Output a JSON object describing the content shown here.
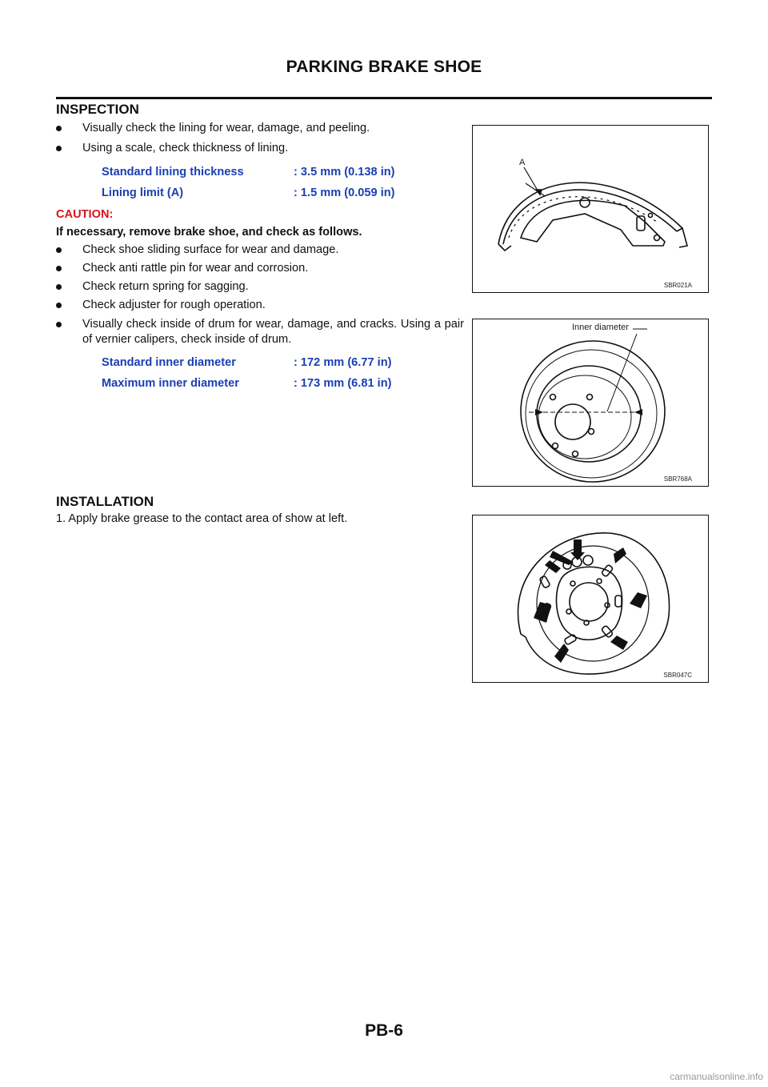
{
  "header": {
    "title": "PARKING BRAKE SHOE"
  },
  "inspection": {
    "heading": "INSPECTION",
    "bullets_a": [
      "Visually check the lining for wear, damage, and peeling.",
      "Using a scale, check thickness of lining."
    ],
    "specs_lining": [
      {
        "label": "Standard lining thickness",
        "value": ": 3.5 mm (0.138 in)"
      },
      {
        "label": "Lining limit (A)",
        "value": ": 1.5 mm (0.059 in)"
      }
    ],
    "caution_title": "CAUTION:",
    "caution_text": "If necessary, remove brake shoe, and check as follows.",
    "bullets_b": [
      "Check shoe sliding surface for wear and damage.",
      "Check anti rattle pin for wear and corrosion.",
      "Check return spring for sagging.",
      "Check adjuster for rough operation.",
      "Visually check inside of drum for wear, damage, and cracks. Using a pair of vernier calipers, check inside of drum."
    ],
    "specs_drum": [
      {
        "label": "Standard inner diameter",
        "value": ": 172 mm (6.77 in)"
      },
      {
        "label": "Maximum inner diameter",
        "value": ": 173 mm (6.81 in)"
      }
    ]
  },
  "installation": {
    "heading": "INSTALLATION",
    "step_1": "1.   Apply brake grease to the contact area of show at left."
  },
  "figures": {
    "fig1": {
      "code": "SBR021A",
      "label_a": "A"
    },
    "fig2": {
      "code": "SBR768A",
      "label": "Inner diameter"
    },
    "fig3": {
      "code": "SBR047C"
    }
  },
  "footer": {
    "page_number": "PB-6"
  },
  "watermark": "carmanualsonline.info"
}
